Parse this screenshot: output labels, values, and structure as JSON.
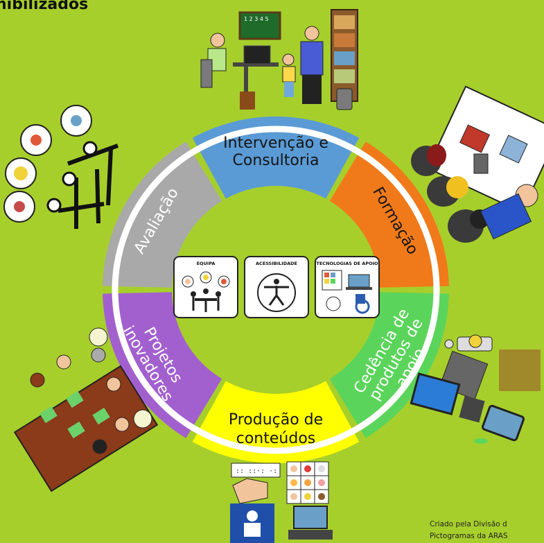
{
  "title": "nibilizados",
  "segments": [
    {
      "id": "intervencao",
      "lines": [
        "Intervenção e",
        "Consultoria"
      ],
      "color": "#5b9bd5"
    },
    {
      "id": "formacao",
      "lines": [
        "Formação"
      ],
      "color": "#f07a1a"
    },
    {
      "id": "cedencia",
      "lines": [
        "Cedência de",
        "produtos de",
        "apoio"
      ],
      "color": "#5bd45b"
    },
    {
      "id": "producao",
      "lines": [
        "Produção de",
        "conteúdos"
      ],
      "color": "#ffff00"
    },
    {
      "id": "projetos",
      "lines": [
        "Projetos",
        "inovadores"
      ],
      "color": "#a260cf"
    },
    {
      "id": "avaliacao",
      "lines": [
        "Avaliação"
      ],
      "color": "#a9a9a9"
    }
  ],
  "cards": {
    "equipa": "EQUIPA",
    "acessibilidade": "ACESSIBILIDADE",
    "tecnologias": "TECNOLOGIAS DE APOIO"
  },
  "credits": {
    "line1": "Criado pela Divisão d",
    "line2": "Pictogramas da ARAS"
  },
  "colors": {
    "background": "#a7cf2c",
    "inner_ring": "#ffffff"
  }
}
